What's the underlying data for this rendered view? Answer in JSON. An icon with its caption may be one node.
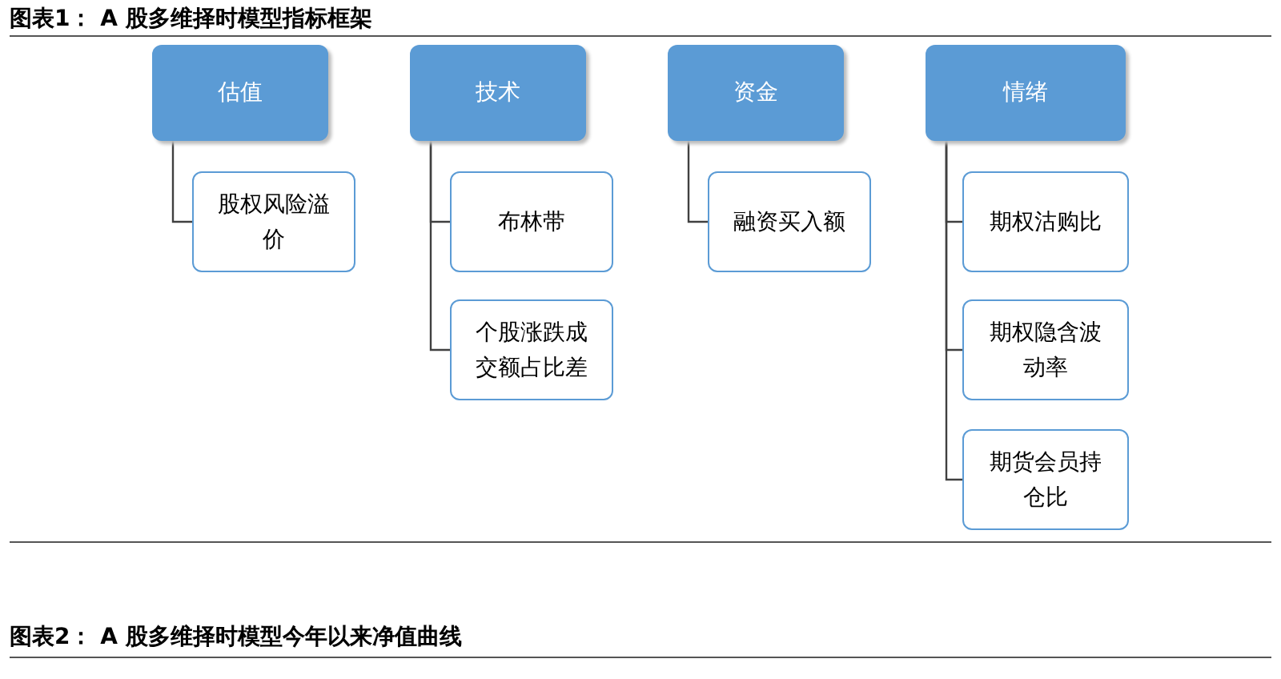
{
  "diagram": {
    "title": "图表1： A 股多维择时模型指标框架",
    "nodes": [
      {
        "text": [
          "估值"
        ]
      },
      {
        "text": [
          "技术"
        ]
      },
      {
        "text": [
          "资金"
        ]
      },
      {
        "text": [
          "情绪"
        ]
      },
      {
        "text": [
          "股权风险溢价"
        ]
      },
      {
        "text": [
          "布林带"
        ]
      },
      {
        "text": [
          "个股涨跌成交额占比差"
        ]
      },
      {
        "text": [
          "融资买入额"
        ]
      },
      {
        "text": [
          "期权沽购比"
        ]
      },
      {
        "text": [
          "期权隐含波动率"
        ]
      },
      {
        "text": [
          "期货会员持仓比"
        ]
      }
    ],
    "edges": [
      {
        "from": 0,
        "to": 4,
        "arrow": "none"
      },
      {
        "from": 1,
        "to": 5,
        "arrow": "none"
      },
      {
        "from": 1,
        "to": 6,
        "arrow": "none"
      },
      {
        "from": 2,
        "to": 7,
        "arrow": "none"
      },
      {
        "from": 3,
        "to": 8,
        "arrow": "none"
      },
      {
        "from": 3,
        "to": 9,
        "arrow": "none"
      },
      {
        "from": 3,
        "to": 10,
        "arrow": "none"
      }
    ],
    "labels": [
      "图表2： A 股多维择时模型今年以来净值曲线"
    ]
  }
}
